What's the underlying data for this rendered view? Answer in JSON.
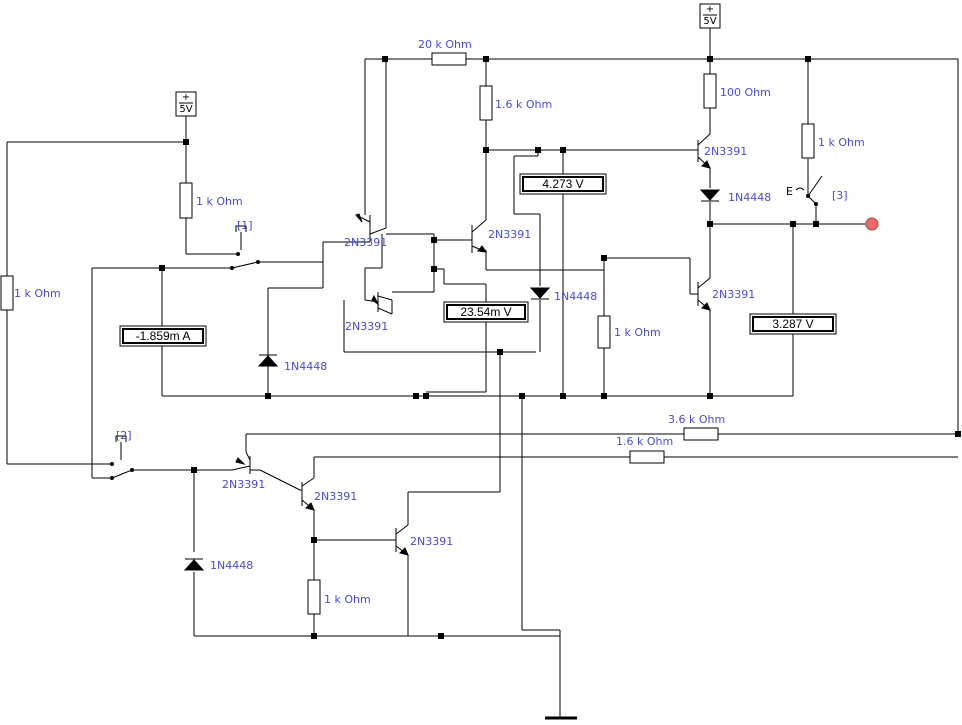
{
  "sources": [
    {
      "label": "5V"
    },
    {
      "label": "5V"
    }
  ],
  "meters": [
    {
      "reading": "-1.859m A"
    },
    {
      "reading": "23.54m V"
    },
    {
      "reading": "4.273   V"
    },
    {
      "reading": "3.287   V"
    }
  ],
  "labels": {
    "r1": "1 k Ohm",
    "r2": "1 k Ohm",
    "r3": "20 k Ohm",
    "r4": "1.6 k Ohm",
    "r5": "100  Ohm",
    "r6": "1 k Ohm",
    "r7": "1 k Ohm",
    "r8": "3.6 k Ohm",
    "r9": "1.6 k Ohm",
    "r10": "1 k Ohm",
    "q1": "2N3391",
    "q2": "2N3391",
    "q3": "2N3391",
    "q4": "2N3391",
    "q5": "2N3391",
    "q6": "2N3391",
    "q7": "2N3391",
    "q8": "2N3391",
    "d1": "1N4448",
    "d2": "1N4448",
    "d3": "1N4448",
    "d4": "1N4448",
    "sw1": "[1]",
    "sw2": "[2]",
    "sw3": "[3]",
    "sw3_key": "E"
  },
  "colors": {
    "label": "#4a4ad0",
    "probe": "#ee6a6a"
  }
}
